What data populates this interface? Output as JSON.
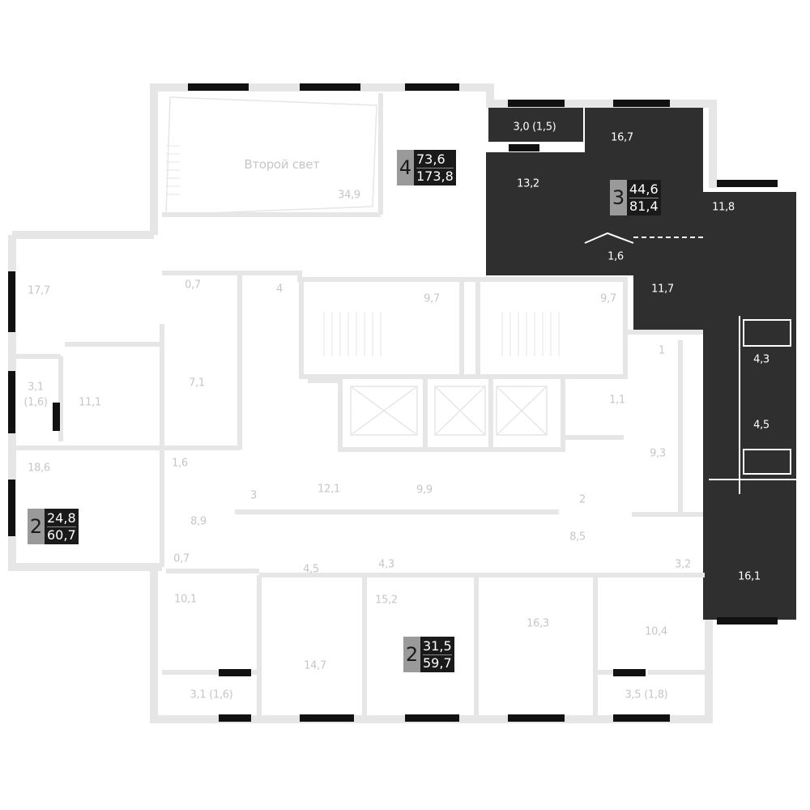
{
  "colors": {
    "wall": "#e6e6e6",
    "unit_dark": "#2f2f2f",
    "window": "#111111",
    "label": "#c6c6c6",
    "badge_gray": "#9a9a9a"
  },
  "rooms": [
    "Второй свет",
    "34,9",
    "3,0 (1,5)",
    "16,7",
    "13,2",
    "1,6",
    "11,7",
    "11,8",
    "17,7",
    "0,7",
    "4",
    "9,7",
    "9,7",
    "7,1",
    "3,1",
    "(1,6)",
    "11,1",
    "1",
    "4,3",
    "1,1",
    "4,5",
    "9,3",
    "18,6",
    "1,6",
    "3",
    "12,1",
    "9,9",
    "2",
    "8,9",
    "8,5",
    "0,7",
    "4,5",
    "4,3",
    "3,2",
    "16,1",
    "10,1",
    "15,2",
    "16,3",
    "10,4",
    "14,7",
    "3,1 (1,6)",
    "3,5 (1,8)"
  ],
  "apartments": [
    {
      "rooms": "4",
      "living_area": "73,6",
      "total_area": "173,8"
    },
    {
      "rooms": "3",
      "living_area": "44,6",
      "total_area": "81,4"
    },
    {
      "rooms": "2",
      "living_area": "24,8",
      "total_area": "60,7"
    },
    {
      "rooms": "2",
      "living_area": "31,5",
      "total_area": "59,7"
    }
  ]
}
